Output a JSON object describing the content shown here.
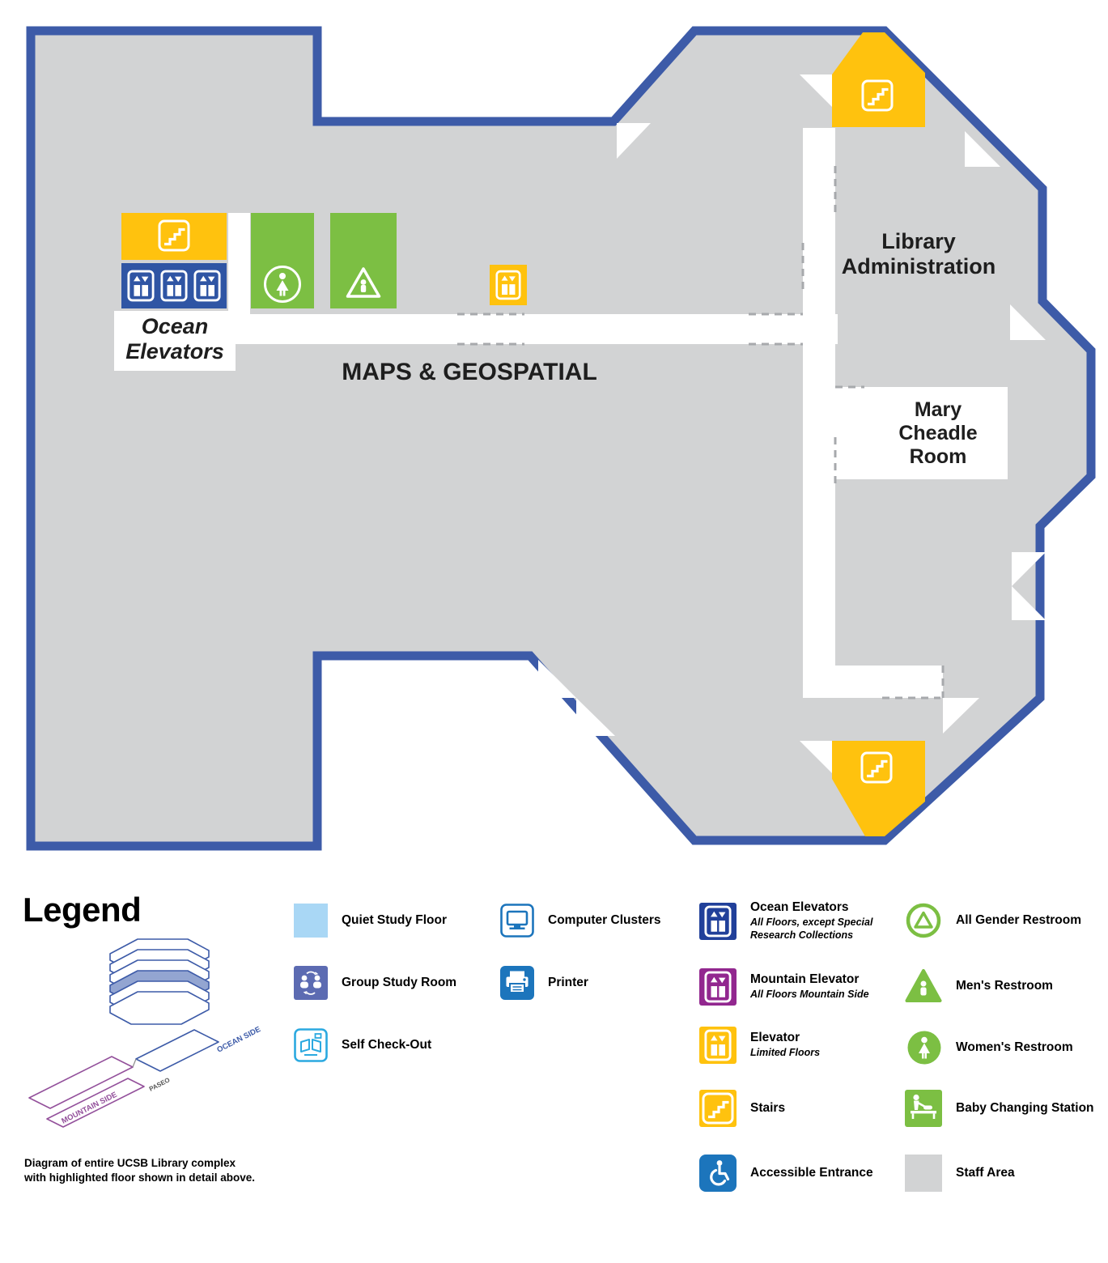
{
  "map": {
    "rooms": {
      "ocean_elevators_line1": "Ocean",
      "ocean_elevators_line2": "Elevators",
      "maps_geospatial": "MAPS & GEOSPATIAL",
      "library_admin_line1": "Library",
      "library_admin_line2": "Administration",
      "mary_cheadle_line1": "Mary",
      "mary_cheadle_line2": "Cheadle",
      "mary_cheadle_line3": "Room"
    },
    "features": [
      {
        "area": "northwest-stairs",
        "icon": "stairs-icon"
      },
      {
        "area": "ocean-elevators-bank",
        "icon": "elevator-icon"
      },
      {
        "area": "womens-restroom",
        "icon": "womens-restroom-icon"
      },
      {
        "area": "mens-restroom",
        "icon": "mens-restroom-icon"
      },
      {
        "area": "central-elevator-limited-floors",
        "icon": "elevator-icon"
      },
      {
        "area": "northeast-stairs",
        "icon": "stairs-icon"
      },
      {
        "area": "southeast-stairs",
        "icon": "stairs-icon"
      }
    ]
  },
  "legend": {
    "title": "Legend",
    "caption_line1": "Diagram of entire UCSB Library complex",
    "caption_line2": "with highlighted floor shown in detail above.",
    "diagram": {
      "ocean_side": "OCEAN SIDE",
      "mountain_side": "MOUNTAIN SIDE",
      "paseo": "PASEO"
    },
    "col1": [
      {
        "icon": "quiet-study-floor-icon",
        "label": "Quiet Study Floor"
      },
      {
        "icon": "group-study-room-icon",
        "label": "Group Study Room"
      },
      {
        "icon": "self-check-out-icon",
        "label": "Self Check-Out"
      }
    ],
    "col2": [
      {
        "icon": "computer-clusters-icon",
        "label": "Computer Clusters"
      },
      {
        "icon": "printer-icon",
        "label": "Printer"
      }
    ],
    "col3": [
      {
        "icon": "ocean-elevators-icon",
        "label": "Ocean Elevators",
        "sublabel": "All Floors, except Special Research Collections"
      },
      {
        "icon": "mountain-elevator-icon",
        "label": "Mountain Elevator",
        "sublabel": "All Floors Mountain Side"
      },
      {
        "icon": "elevator-limited-icon",
        "label": "Elevator",
        "sublabel": "Limited Floors"
      },
      {
        "icon": "stairs-icon",
        "label": "Stairs"
      },
      {
        "icon": "accessible-entrance-icon",
        "label": "Accessible Entrance"
      }
    ],
    "col4": [
      {
        "icon": "all-gender-restroom-icon",
        "label": "All Gender Restroom"
      },
      {
        "icon": "mens-restroom-icon",
        "label": "Men's Restroom"
      },
      {
        "icon": "womens-restroom-icon",
        "label": "Women's Restroom"
      },
      {
        "icon": "baby-changing-station-icon",
        "label": "Baby Changing Station"
      },
      {
        "icon": "staff-area-icon",
        "label": "Staff Area"
      }
    ]
  },
  "colors": {
    "outline_blue": "#3D5BA8",
    "staff_gray": "#D2D3D4",
    "stairs_yellow": "#FFC20E",
    "restroom_green": "#7CBF43",
    "ocean_elevator_blue": "#21409A",
    "mountain_elevator_purple": "#92278F",
    "accessible_blue": "#1C75BC",
    "quiet_study_blue": "#A9D7F5",
    "group_study_indigo": "#5C6BB2",
    "self_checkout_blue": "#2BA9E0"
  }
}
